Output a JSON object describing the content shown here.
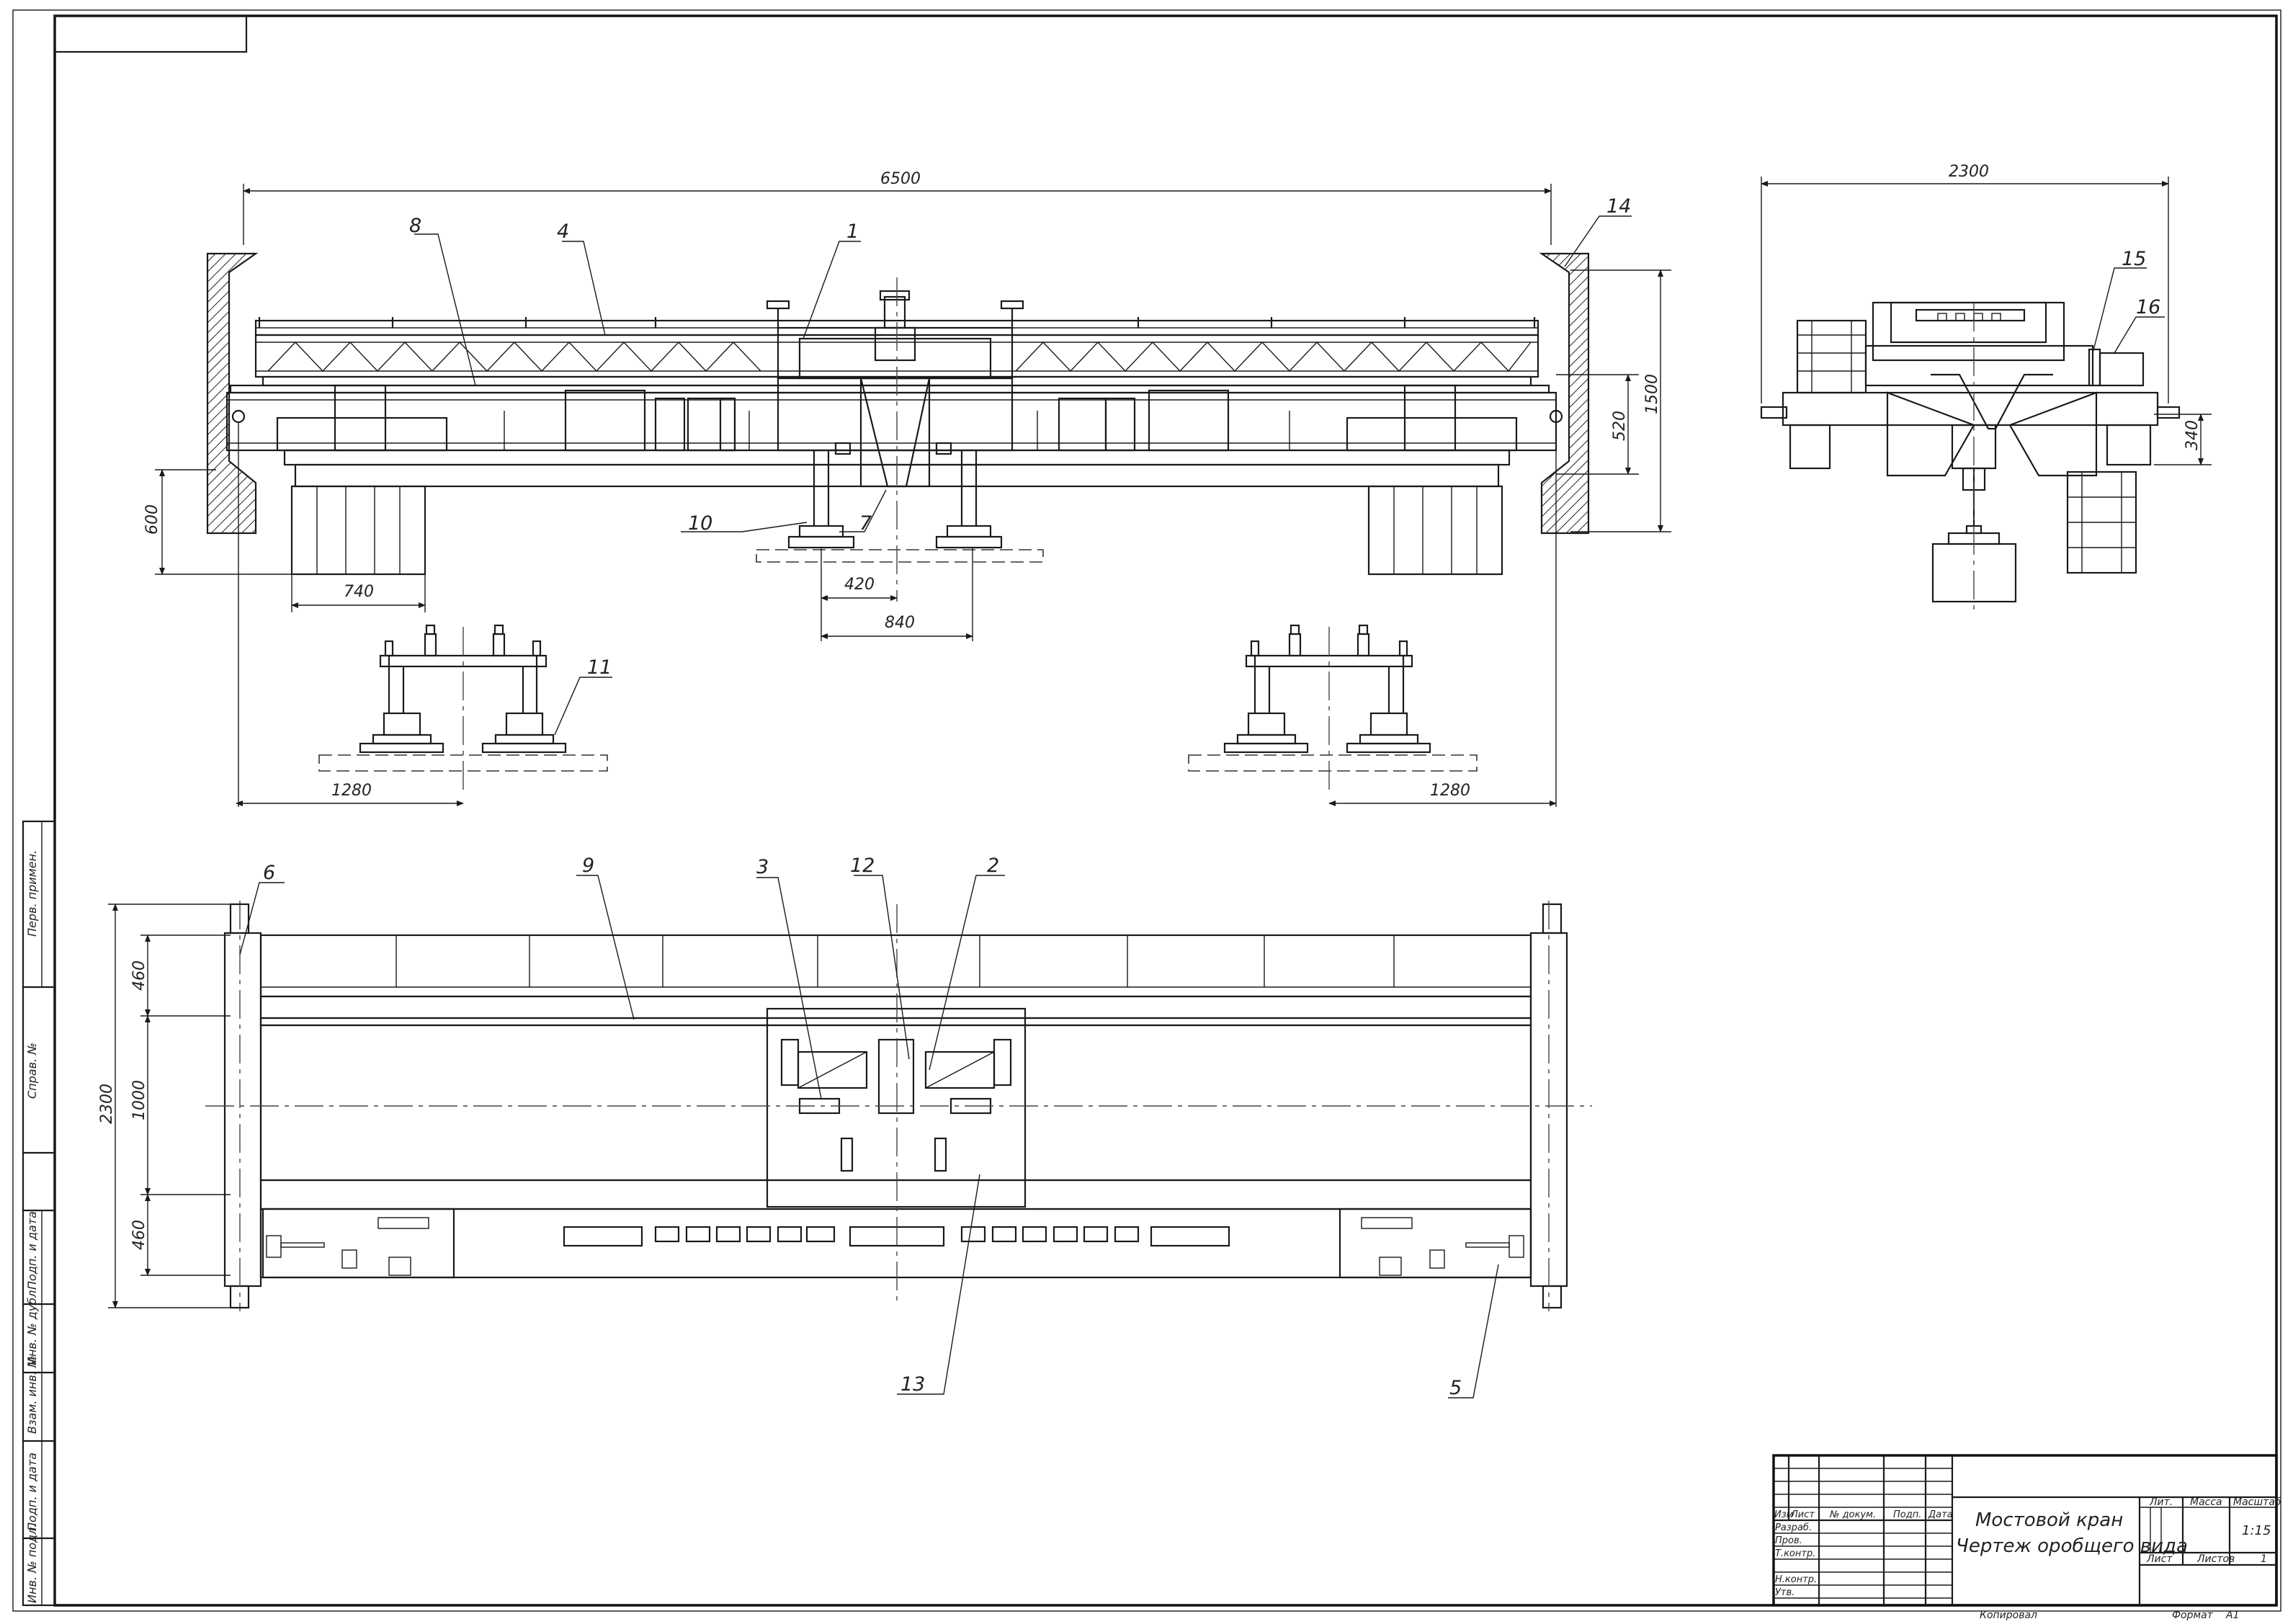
{
  "title_block": {
    "title_line1": "Мостовой кран",
    "title_line2": "Чертеж оробщего вида",
    "header_cols": [
      "Изм",
      "Лист",
      "№ докум.",
      "Подп.",
      "Дата"
    ],
    "roles": [
      "Разраб.",
      "Пров.",
      "Т.контр.",
      "Н.контр.",
      "Утв."
    ],
    "lit_label": "Лит.",
    "mass_label": "Масса",
    "scale_label": "Масштаб",
    "scale_value": "1:15",
    "sheet_label": "Лист",
    "sheets_label": "Листов",
    "sheets_value": "1",
    "copied_label": "Копировал",
    "format_label": "Формат",
    "format_value": "А1"
  },
  "side_stamp": [
    "Перв. примен.",
    "Справ. №",
    "Подп. и дата",
    "Инв. № дубл.",
    "Взам. инв. №",
    "Подп. и дата",
    "Инв. № подл."
  ],
  "dimensions": {
    "span": "6500",
    "bridge_height": "1500",
    "trolley_height": "520",
    "rail_drop": "600",
    "wheel_offset": "740",
    "hook_offset": "420",
    "hook_spacing": "840",
    "end_offset_left": "1280",
    "end_offset_right": "1280",
    "side_width": "2300",
    "side_height": "340",
    "plan_total": "2300",
    "plan_top": "460",
    "plan_mid": "1000",
    "plan_bottom": "460"
  },
  "positions": [
    "1",
    "2",
    "3",
    "4",
    "5",
    "6",
    "7",
    "8",
    "9",
    "10",
    "11",
    "12",
    "13",
    "14",
    "15",
    "16"
  ]
}
